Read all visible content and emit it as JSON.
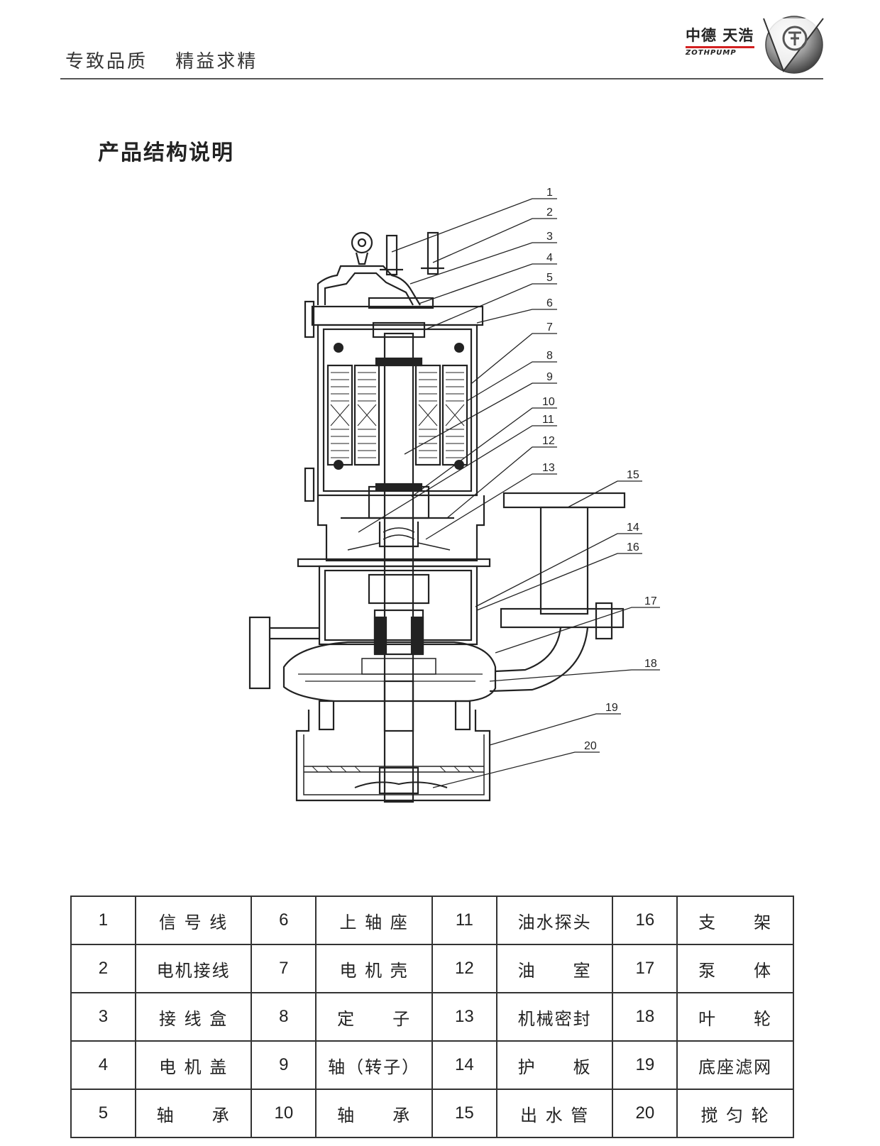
{
  "header": {
    "slogan_1": "专致品质",
    "slogan_2": "精益求精",
    "brand_cn": "中德 天浩",
    "brand_en": "ZOTHPUMP"
  },
  "section_title": "产品结构说明",
  "diagram": {
    "callouts": [
      "1",
      "2",
      "3",
      "4",
      "5",
      "6",
      "7",
      "8",
      "9",
      "10",
      "11",
      "12",
      "13",
      "15",
      "14",
      "16",
      "17",
      "18",
      "19",
      "20"
    ]
  },
  "parts_table": {
    "rows": [
      [
        "1",
        "信 号 线",
        "6",
        "上 轴 座",
        "11",
        "油水探头",
        "16",
        "支　　架"
      ],
      [
        "2",
        "电机接线",
        "7",
        "电 机 壳",
        "12",
        "油　　室",
        "17",
        "泵　　体"
      ],
      [
        "3",
        "接 线 盒",
        "8",
        "定　　子",
        "13",
        "机械密封",
        "18",
        "叶　　轮"
      ],
      [
        "4",
        "电 机 盖",
        "9",
        "轴（转子）",
        "14",
        "护　　板",
        "19",
        "底座滤网"
      ],
      [
        "5",
        "轴　　承",
        "10",
        "轴　　承",
        "15",
        "出 水 管",
        "20",
        "搅 匀 轮"
      ]
    ]
  }
}
